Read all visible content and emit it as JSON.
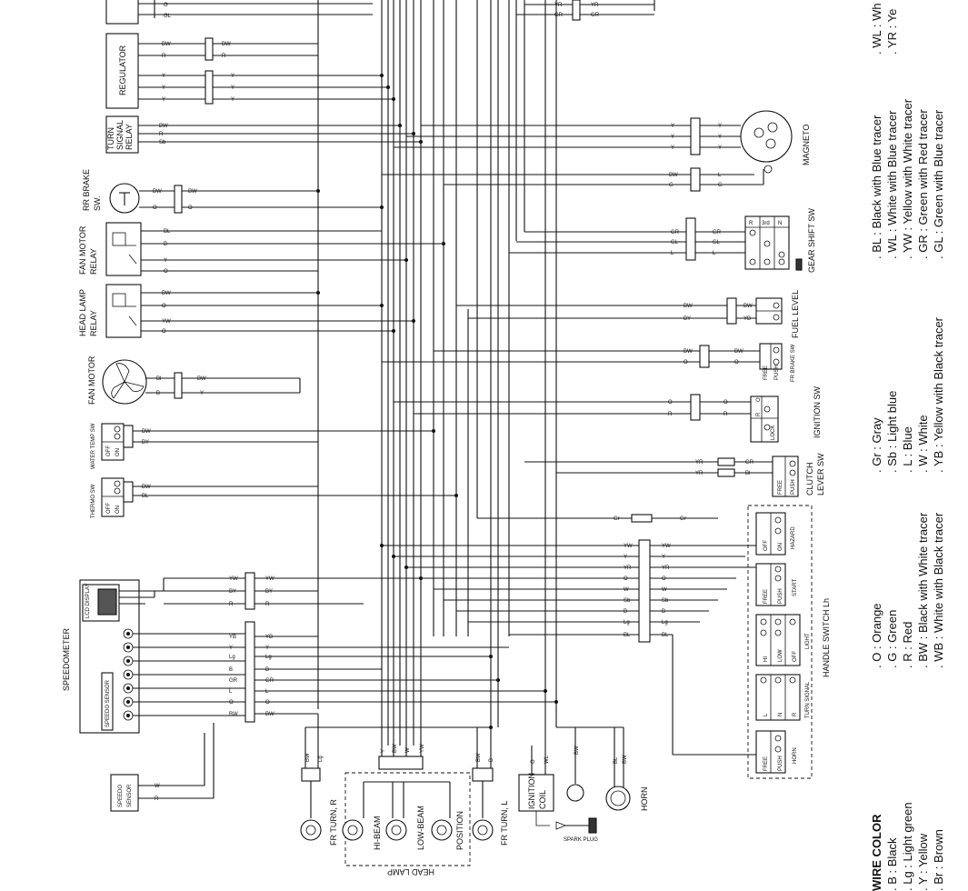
{
  "components": {
    "regulator": "REGULATOR",
    "turn_relay_1": "TURN",
    "turn_relay_2": "SIGNAL",
    "turn_relay_3": "RELAY",
    "rr_brake_1": "RR BRAKE",
    "rr_brake_2": "SW.",
    "fan_motor_relay_1": "FAN MOTOR",
    "fan_motor_relay_2": "RELAY",
    "head_lamp_relay_1": "HEAD LAMP",
    "head_lamp_relay_2": "RELAY",
    "fan_motor": "FAN MOTOR",
    "water_temp_sw": "WATER TEMP SW",
    "thermo_sw": "THERMO SW",
    "speedometer": "SPEEDOMETER",
    "speedo_sensor_inner": "SPEEDO SENSOR",
    "speedo_sensor_1": "SPEEDO",
    "speedo_sensor_2": "SENSOR",
    "lcd_display": "LCD DISPLAY",
    "fr_turn_r": "FR TURN, R",
    "fr_turn_l": "FR TURN, L",
    "hi_beam": "HI-BEAM",
    "low_beam": "LOW-BEAM",
    "position": "POSITION",
    "head_lamp": "HEAD LAMP",
    "ignition_coil_1": "IGNITION",
    "ignition_coil_2": "COIL",
    "spark_plug": "SPARK PLUG",
    "horn": "HORN",
    "magneto": "MAGNETO",
    "gear_shift_sw": "GEAR SHIFT SW",
    "fuel_level": "FUEL LEVEL",
    "fr_brake_sw": "FR BRAKE SW",
    "ignition_sw": "IGNITION SW",
    "clutch_1": "CLUTCH",
    "clutch_2": "LEVER SW",
    "hazard": "HAZARD",
    "start": "START",
    "light": "LIGHT",
    "turn_signal": "TURN SIGNAL",
    "horn_sw": "HORN",
    "handle_switch": "HANDLE SWITCH Lh"
  },
  "switch_labels": {
    "off": "OFF",
    "on": "ON",
    "free": "FREE",
    "push": "PUSH",
    "lock": "LOCK",
    "hi": "HI",
    "low": "LOW",
    "l": "L",
    "n": "N",
    "r": "R",
    "third": "3rd"
  },
  "wire_codes": [
    "BW",
    "R",
    "Y",
    "BW",
    "G",
    "B",
    "Y",
    "W",
    "O",
    "B",
    "Y",
    "W",
    "O",
    "YW",
    "BY",
    "Lg",
    "GR",
    "L",
    "YB",
    "BW",
    "GR",
    "GL",
    "Gr",
    "YR",
    "Sb",
    "BL",
    "WL",
    "GR",
    "YW"
  ],
  "legend": {
    "title": "WIRE COLOR",
    "col1": [
      ". B   : Black",
      ". Lg  : Light green",
      ". Y   : Yellow",
      ". Br  : Brown"
    ],
    "col2": [
      ". O   : Orange",
      ". G   : Green",
      ". R   : Red",
      ". BW  : Black with White tracer",
      ". WB  : White with Black tracer"
    ],
    "col3": [
      ". Gr  : Gray",
      ". Sb  : Light blue",
      ". L   : Blue",
      ". W   : White",
      ". YB  : Yellow with Black tracer"
    ],
    "col4": [
      ". BL  : Black with Blue tracer",
      ". WL  : White with Blue tracer",
      ". YW  : Yellow with White tracer",
      ". GR  : Green with Red tracer",
      ". GL  : Green with Blue tracer"
    ],
    "col5": [
      ". WL  : Wh",
      ". YR  : Ye"
    ]
  }
}
